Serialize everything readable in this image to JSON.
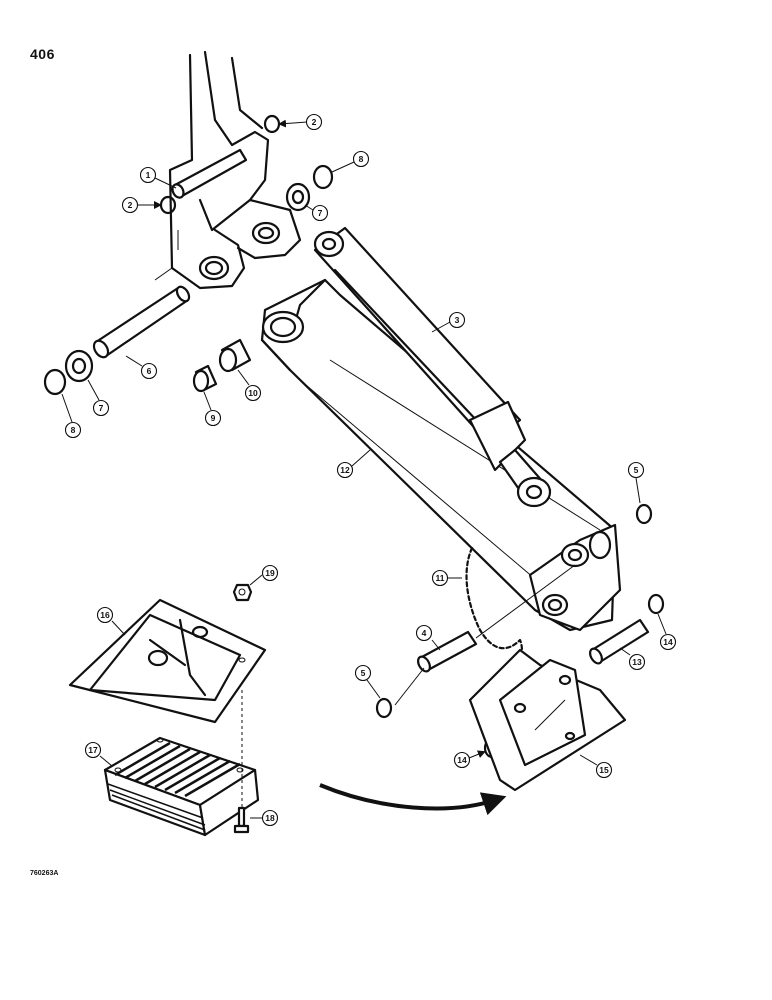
{
  "page_number": "406",
  "figure_id": "760263A",
  "callouts": [
    "1",
    "2",
    "2",
    "3",
    "4",
    "5",
    "5",
    "6",
    "7",
    "7",
    "8",
    "8",
    "9",
    "10",
    "11",
    "12",
    "13",
    "14",
    "14",
    "15",
    "16",
    "17",
    "18",
    "19"
  ]
}
